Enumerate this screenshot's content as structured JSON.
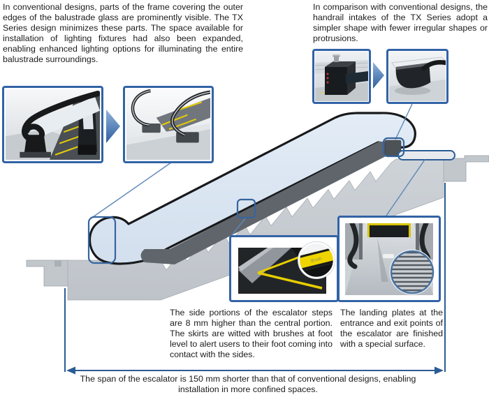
{
  "notes": {
    "balustrade": "In conventional designs, parts of the frame covering the outer edges of the balustrade glass are prominently visible. The TX Series design minimizes these parts. The space available for installation of lighting fixtures had also been expanded, enabling enhanced lighting options for illuminating the entire balustrade surroundings.",
    "handrail_intake": "In comparison with conventional designs, the handrail intakes of the TX Series adopt a simpler shape with fewer irregular shapes or protrusions.",
    "steps": "The side portions of the escalator steps are 8 mm higher than the central portion. The skirts are witted with brushes at foot level to alert users to their foot coming into contact with the sides.",
    "landing": "The landing plates at the entrance and exit points of the escalator are finished with a special surface.",
    "span": "The span of the escalator is 150 mm shorter than that of conventional designs, enabling installation in more confined spaces."
  },
  "labels": {
    "brush_inset": "Brush"
  },
  "colors": {
    "callout_border_blue": "#3263a6",
    "dimension_blue": "#2b5c94",
    "leader_blue": "#5d87b8",
    "glass_blue": "#dce7f4",
    "handrail_black": "#17191b",
    "deck_gray": "#60656b",
    "truss_gray": "#c8ccd1",
    "floor_gray": "#c2c7cc",
    "safety_yellow": "#e8d000"
  }
}
